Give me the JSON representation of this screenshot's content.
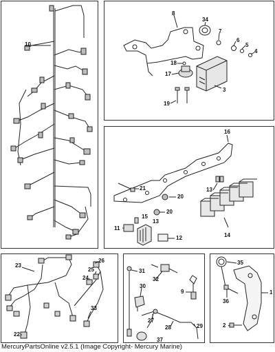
{
  "footer": {
    "text": "MercuryPartsOnline v2.5.1 (Image Copyright- Mercury Marine)"
  },
  "callouts": {
    "p1": [
      "10"
    ],
    "p2": [
      "8",
      "34",
      "7",
      "6",
      "5",
      "4",
      "18",
      "17",
      "3",
      "19"
    ],
    "p3": [
      "16",
      "21",
      "13",
      "20",
      "20",
      "15",
      "13",
      "11",
      "12",
      "14"
    ],
    "p4": [
      "23",
      "26",
      "25",
      "24",
      "22",
      "33"
    ],
    "p5": [
      "31",
      "32",
      "30",
      "9",
      "27",
      "28",
      "29",
      "37"
    ],
    "p6": [
      "35",
      "36",
      "1",
      "2"
    ]
  },
  "colors": {
    "line": "#222222",
    "fill_gray": "#cfcfcf",
    "background": "#ffffff"
  }
}
